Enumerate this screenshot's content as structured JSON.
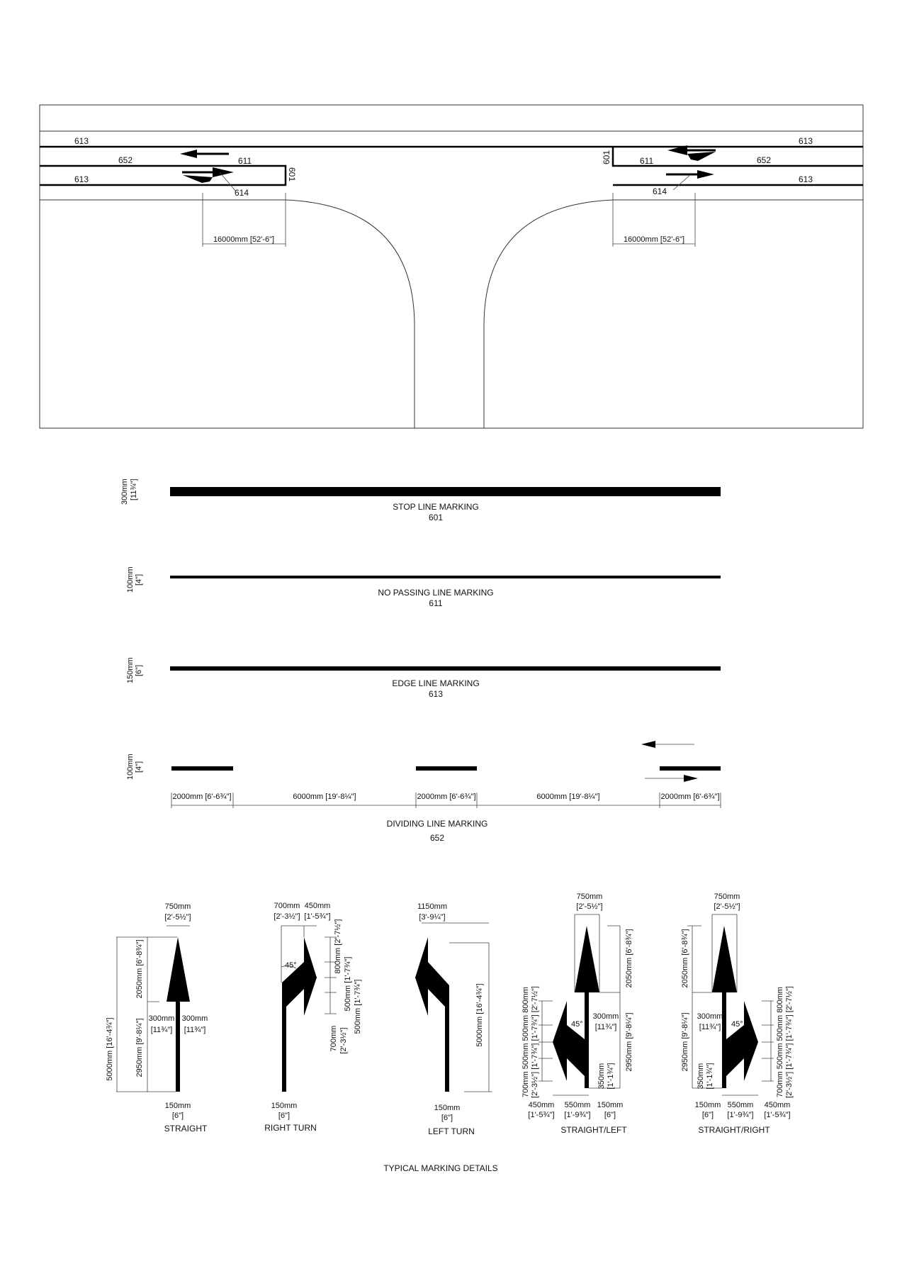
{
  "plan": {
    "labels": {
      "edge_tl": "613",
      "div_l": "652",
      "np_l": "611",
      "edge_bl": "613",
      "stop_l": "601",
      "arrow_l": "614",
      "edge_tr": "613",
      "stop_r": "601",
      "np_r": "611",
      "div_r": "652",
      "edge_br": "613",
      "arrow_r": "614"
    },
    "dim_left": "16000mm [52'-6\"]",
    "dim_right": "16000mm [52'-6\"]"
  },
  "markings": [
    {
      "title": "STOP LINE MARKING",
      "code": "601",
      "width_mm": "300mm",
      "width_in": "[11¾\"]"
    },
    {
      "title": "NO PASSING LINE MARKING",
      "code": "611",
      "width_mm": "100mm",
      "width_in": "[4\"]"
    },
    {
      "title": "EDGE LINE MARKING",
      "code": "613",
      "width_mm": "150mm",
      "width_in": "[6\"]"
    },
    {
      "title": "DIVIDING LINE MARKING",
      "code": "652",
      "width_mm": "100mm",
      "width_in": "[4\"]",
      "dims": [
        "2000mm [6'-6¾\"]",
        "6000mm [19'-8¼\"]",
        "2000mm [6'-6¾\"]",
        "6000mm [19'-8¼\"]",
        "2000mm [6'-6¾\"]"
      ]
    }
  ],
  "arrows": {
    "straight": {
      "label": "STRAIGHT",
      "top_w": "750mm",
      "top_w_in": "[2'-5½\"]",
      "total": "5000mm [16'-4¾\"]",
      "head": "2050mm [6'-8¾\"]",
      "shaft": "2950mm [9'-8¼\"]",
      "side_l": "300mm",
      "side_l_in": "[11¾\"]",
      "side_r": "300mm",
      "side_r_in": "[11¾\"]",
      "stem": "150mm",
      "stem_in": "[6\"]"
    },
    "right_turn": {
      "label": "RIGHT TURN",
      "w1": "700mm",
      "w1_in": "[2'-3½\"]",
      "w2": "450mm",
      "w2_in": "[1'-5¾\"]",
      "d1": "800mm [2'-7½\"]",
      "d2": "500mm [1'-7¾\"]",
      "d3": "500mm [1'-7¾\"]",
      "d4": "700mm",
      "d4_in": "[2'-3½\"]",
      "angle": "45°",
      "stem": "150mm",
      "stem_in": "[6\"]"
    },
    "left_turn": {
      "label": "LEFT TURN",
      "w": "1150mm",
      "w_in": "[3'-9¼\"]",
      "total": "5000mm [16'-4¾\"]",
      "stem": "150mm",
      "stem_in": "[6\"]"
    },
    "straight_left": {
      "label": "STRAIGHT/LEFT",
      "top_w": "750mm",
      "top_w_in": "[2'-5½\"]",
      "head": "2050mm [6'-8¾\"]",
      "shaft": "2950mm [9'-8¼\"]",
      "side": "300mm",
      "side_in": "[11¾\"]",
      "small": "350mm",
      "small_in": "[1'-1¾\"]",
      "angle": "45°",
      "left_dims": "700mm 500mm 500mm 800mm",
      "left_dims_in": "[2'-3½\"] [1'-7¾\"] [1'-7¾\"] [2'-7½\"]",
      "b1": "450mm",
      "b1_in": "[1'-5¾\"]",
      "b2": "550mm",
      "b2_in": "[1'-9¾\"]",
      "b3": "150mm",
      "b3_in": "[6\"]"
    },
    "straight_right": {
      "label": "STRAIGHT/RIGHT",
      "top_w": "750mm",
      "top_w_in": "[2'-5½\"]",
      "head": "2050mm [6'-8¾\"]",
      "shaft": "2950mm [9'-8¼\"]",
      "side": "300mm",
      "side_in": "[11¾\"]",
      "small": "350mm",
      "small_in": "[1'-1¾\"]",
      "angle": "45°",
      "right_dims": "700mm 500mm 500mm 800mm",
      "right_dims_in": "[2'-3½\"] [1'-7¾\"] [1'-7¾\"] [2'-7½\"]",
      "b1": "150mm",
      "b1_in": "[6\"]",
      "b2": "550mm",
      "b2_in": "[1'-9¾\"]",
      "b3": "450mm",
      "b3_in": "[1'-5¾\"]"
    }
  },
  "footer_title": "TYPICAL MARKING DETAILS"
}
